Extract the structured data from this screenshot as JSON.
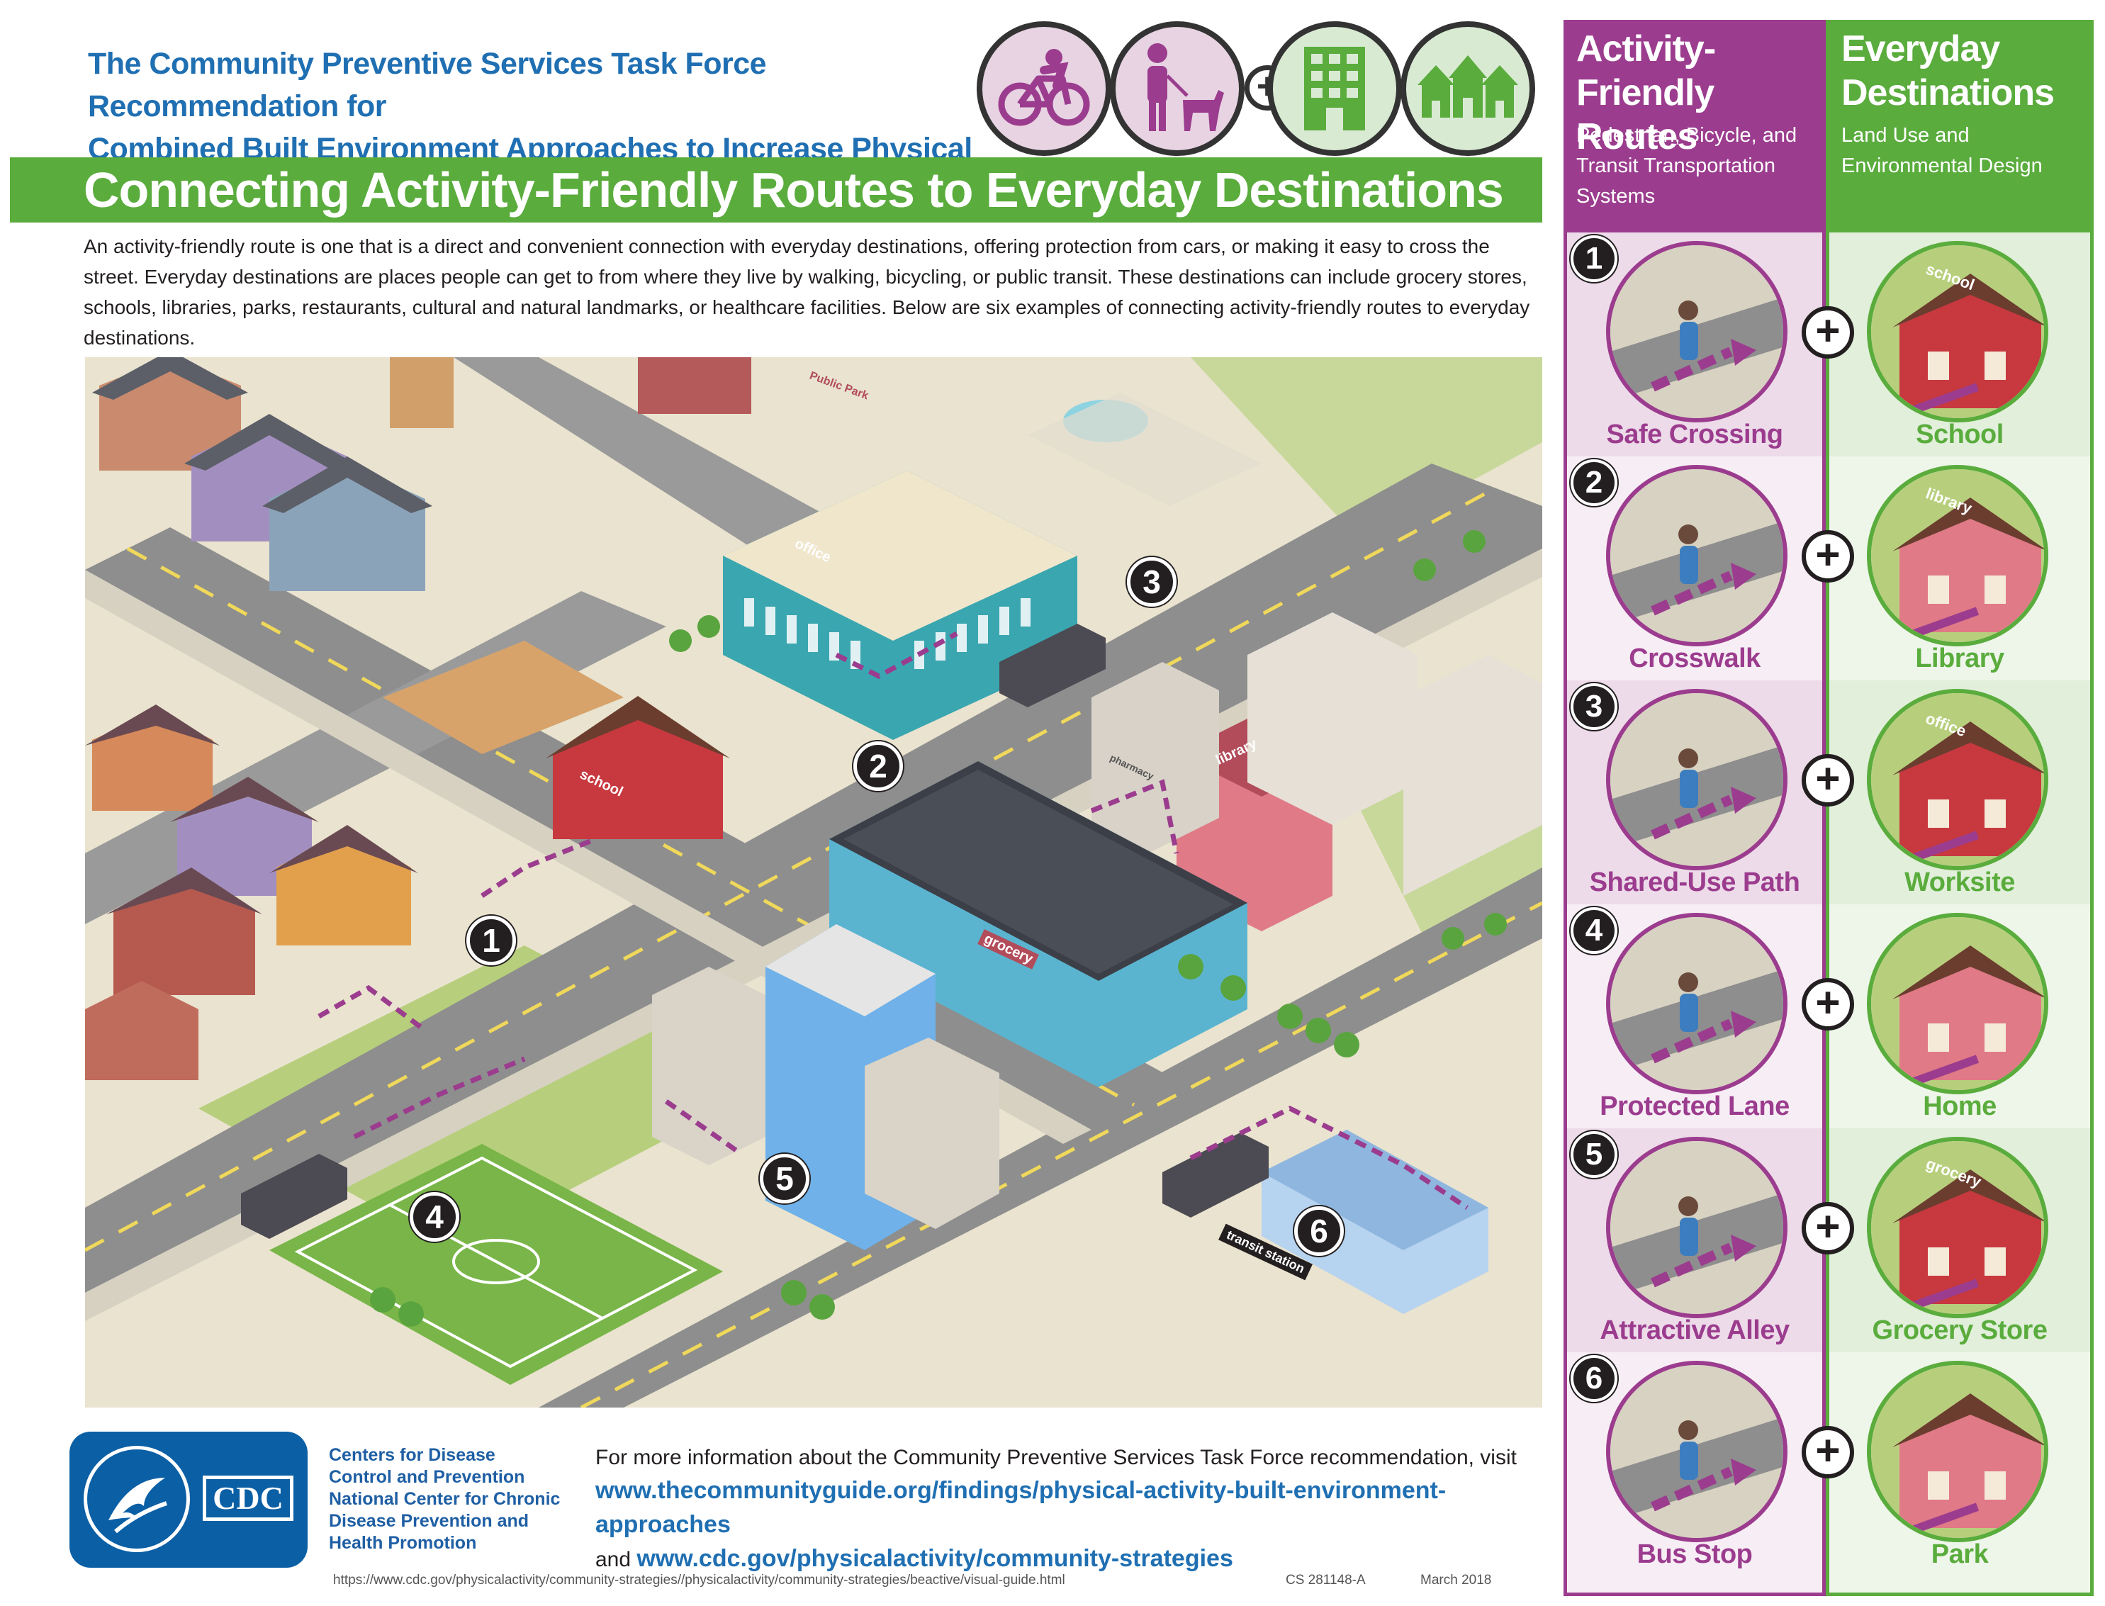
{
  "header": {
    "title_line1": "The Community Preventive Services Task Force Recommendation for",
    "title_line2": "Combined Built Environment Approaches to Increase Physical Activity",
    "icons": [
      "bicycle-icon",
      "pedestrian-dog-icon",
      "plus-icon",
      "building-icon",
      "houses-icon"
    ],
    "plus": "+"
  },
  "banner": {
    "title": "Connecting Activity-Friendly Routes to Everyday Destinations"
  },
  "intro": "An activity-friendly route is one that is a direct and convenient connection with everyday destinations, offering protection from cars, or making it easy to cross the street. Everyday destinations are places people can get to from where they live by walking, bicycling, or public transit. These destinations can include grocery stores, schools, libraries, parks, restaurants, cultural and natural landmarks, or healthcare facilities. Below are six examples of connecting activity-friendly routes to everyday destinations.",
  "map": {
    "badges": [
      "1",
      "2",
      "3",
      "4",
      "5",
      "6"
    ],
    "signs": {
      "public_park": "Public Park",
      "office": "office",
      "school": "school",
      "library": "library",
      "pharmacy": "pharmacy",
      "grocery": "grocery",
      "transit_station": "transit station"
    }
  },
  "panel": {
    "routes_header": {
      "title_line1": "Activity-",
      "title_line2": "Friendly Routes",
      "subtitle": "Pedestrian, Bicycle, and Transit Transportation Systems"
    },
    "destinations_header": {
      "title_line1": "Everyday",
      "title_line2": "Destinations",
      "subtitle": "Land Use and Environmental Design"
    },
    "plus": "+",
    "pairs": [
      {
        "num": "1",
        "route": "Safe Crossing",
        "destination": "School",
        "sign": "school"
      },
      {
        "num": "2",
        "route": "Crosswalk",
        "destination": "Library",
        "sign": "library"
      },
      {
        "num": "3",
        "route": "Shared-Use Path",
        "destination": "Worksite",
        "sign": "office"
      },
      {
        "num": "4",
        "route": "Protected Lane",
        "destination": "Home",
        "sign": ""
      },
      {
        "num": "5",
        "route": "Attractive Alley",
        "destination": "Grocery Store",
        "sign": "grocery"
      },
      {
        "num": "6",
        "route": "Bus Stop",
        "destination": "Park",
        "sign": ""
      }
    ]
  },
  "footer": {
    "cdc_logo_text": "CDC",
    "org_line1": "Centers for Disease",
    "org_line2": "Control and Prevention",
    "center_line1": "National Center for Chronic",
    "center_line2": "Disease Prevention and",
    "center_line3": "Health Promotion",
    "more_info": "For more information about the Community Preventive Services Task Force recommendation, visit",
    "link1": "www.thecommunityguide.org/findings/physical-activity-built-environment-approaches",
    "and": "and",
    "link2": "www.cdc.gov/physicalactivity/community-strategies",
    "url": "https://www.cdc.gov/physicalactivity/community-strategies//physicalactivity/community-strategies/beactive/visual-guide.html",
    "cs_number": "CS 281148-A",
    "date": "March 2018"
  },
  "colors": {
    "title_blue": "#1f6fb2",
    "banner_green": "#5aac3d",
    "route_purple": "#9b3c8e",
    "destination_green": "#5aac3d",
    "cdc_blue": "#0b5fa5"
  }
}
